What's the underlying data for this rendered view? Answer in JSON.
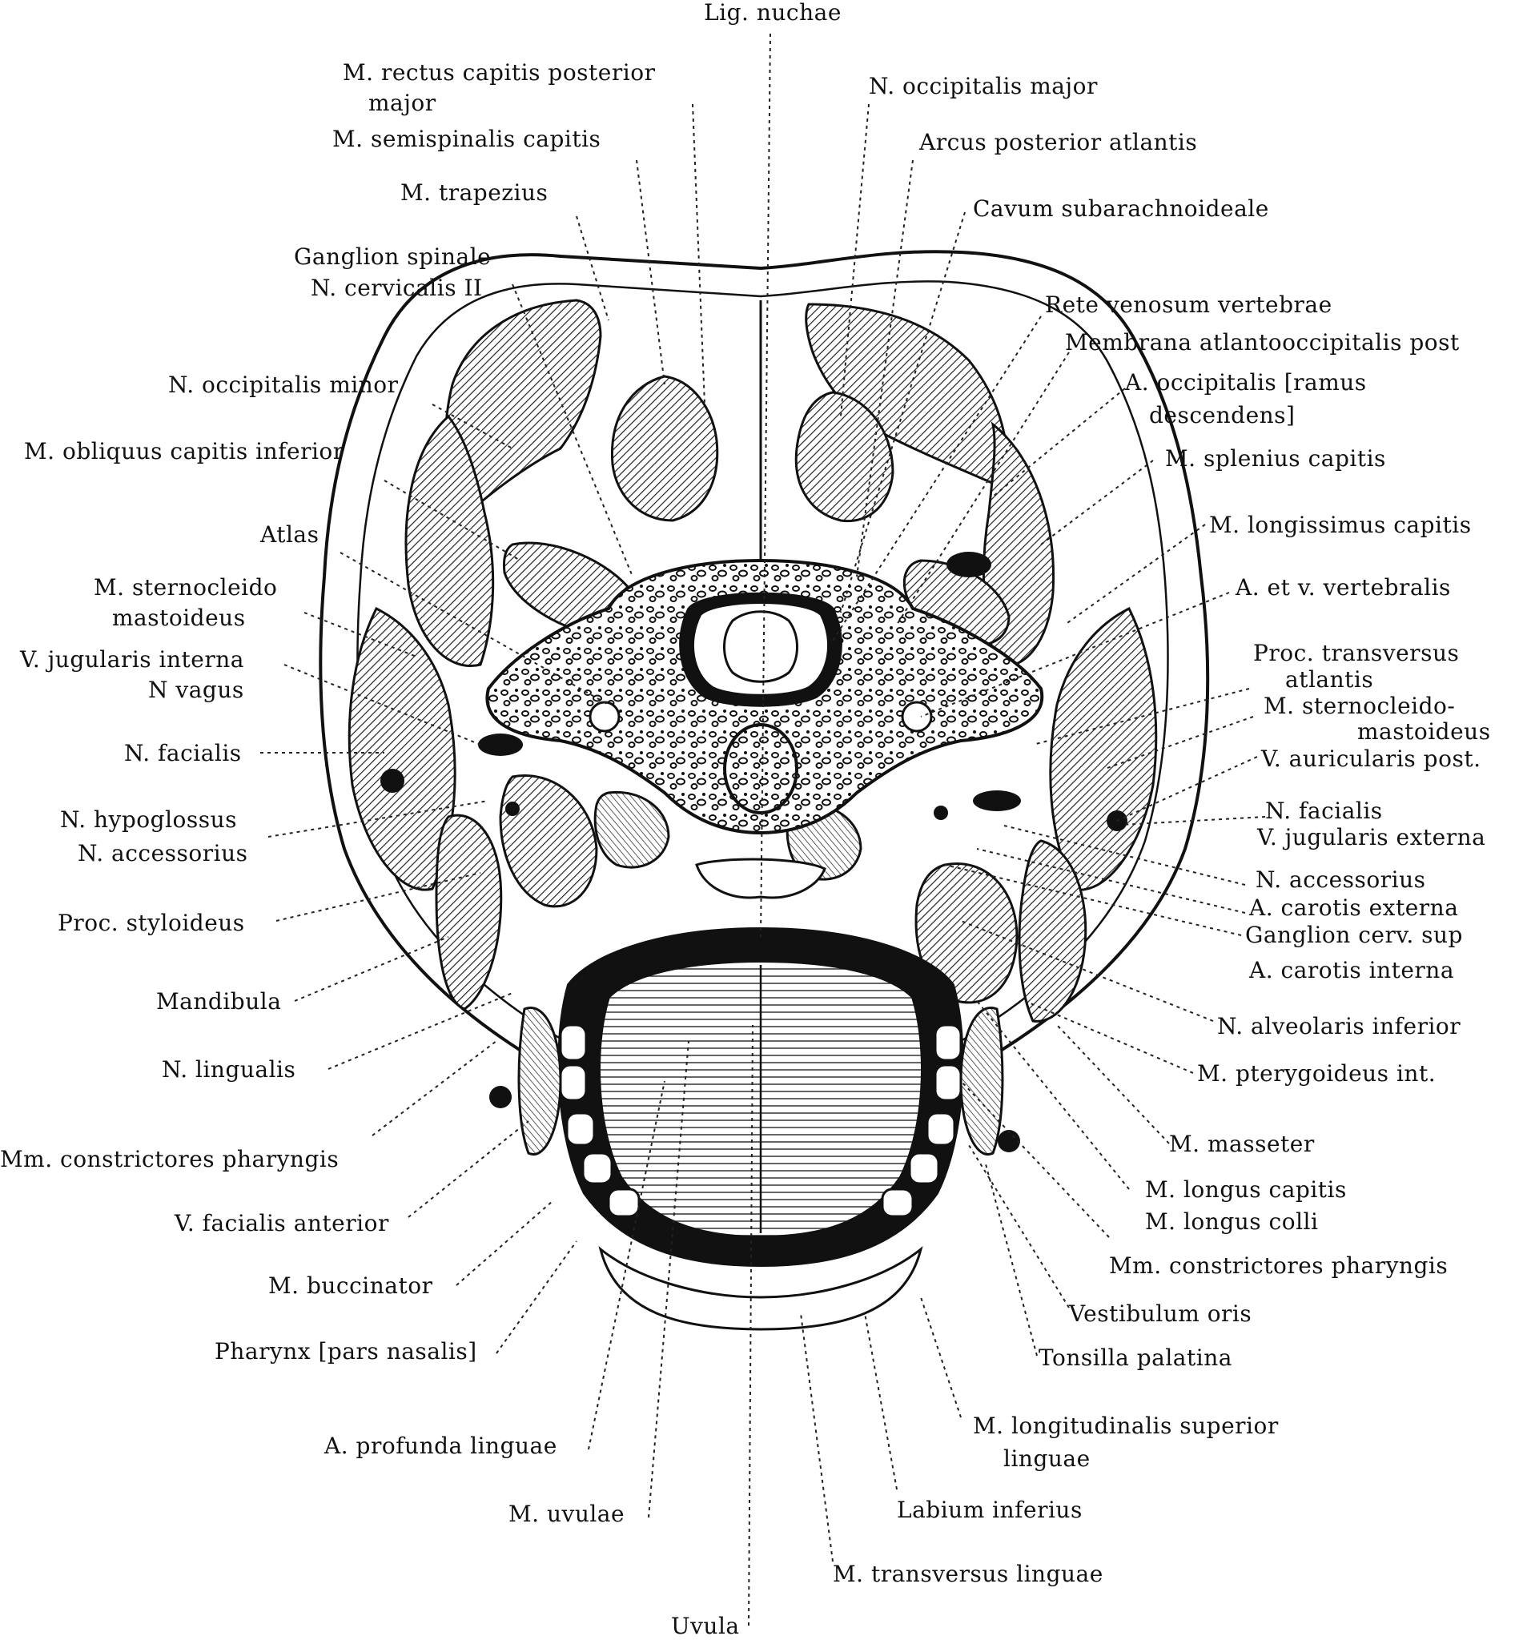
{
  "labels": {
    "lig_nuchae": "Lig. nuchae",
    "rectus_1": "M. rectus capitis posterior",
    "rectus_2": "major",
    "semispinalis": "M. semispinalis capitis",
    "trapezius": "M. trapezius",
    "ganglion_1": "Ganglion spinale",
    "ganglion_2": "N. cervicalis II",
    "occ_minor": "N. occipitalis minor",
    "obliquus": "M. obliquus capitis inferior",
    "atlas": "Atlas",
    "scm_l1": "M. sternocleido",
    "scm_l2": "mastoideus",
    "vji_l": "V. jugularis interna",
    "vagus": "N vagus",
    "facialis_l": "N. facialis",
    "hypoglossus": "N. hypoglossus",
    "accessorius_l": "N. accessorius",
    "styloideus": "Proc. styloideus",
    "mandibula": "Mandibula",
    "lingualis": "N. lingualis",
    "constrictores_l": "Mm. constrictores pharyngis",
    "facialis_ant": "V. facialis anterior",
    "buccinator": "M. buccinator",
    "pharynx": "Pharynx [pars nasalis]",
    "profunda": "A. profunda linguae",
    "uvulae": "M. uvulae",
    "uvula": "Uvula",
    "occ_major": "N. occipitalis major",
    "arcus": "Arcus posterior atlantis",
    "cavum": "Cavum subarachnoideale",
    "rete": "Rete venosum vertebrae",
    "membrana": "Membrana atlantooccipitalis post",
    "occipitalis_1": "A. occipitalis [ramus",
    "occipitalis_2": "descendens]",
    "splenius": "M. splenius capitis",
    "longissimus": "M. longissimus capitis",
    "vertebralis": "A. et v. vertebralis",
    "proc_trans_1": "Proc. transversus",
    "proc_trans_2": "atlantis",
    "scm_r1": "M. sternocleido-",
    "scm_r2": "mastoideus",
    "auricularis": "V. auricularis post.",
    "facialis_r": "N. facialis",
    "jug_ext": "V. jugularis externa",
    "accessorius_r": "N. accessorius",
    "carotis_ext": "A. carotis externa",
    "ganglion_cerv": "Ganglion cerv. sup",
    "carotis_int": "A. carotis interna",
    "alveolaris": "N. alveolaris inferior",
    "pterygoideus": "M. pterygoideus int.",
    "masseter": "M. masseter",
    "longus_capitis": "M. longus capitis",
    "longus_colli": "M. longus colli",
    "constrictores_r": "Mm. constrictores pharyngis",
    "vestibulum": "Vestibulum oris",
    "tonsilla": "Tonsilla palatina",
    "longitudinalis_1": "M. longitudinalis superior",
    "longitudinalis_2": "linguae",
    "labium": "Labium inferius",
    "transversus": "M. transversus linguae"
  }
}
